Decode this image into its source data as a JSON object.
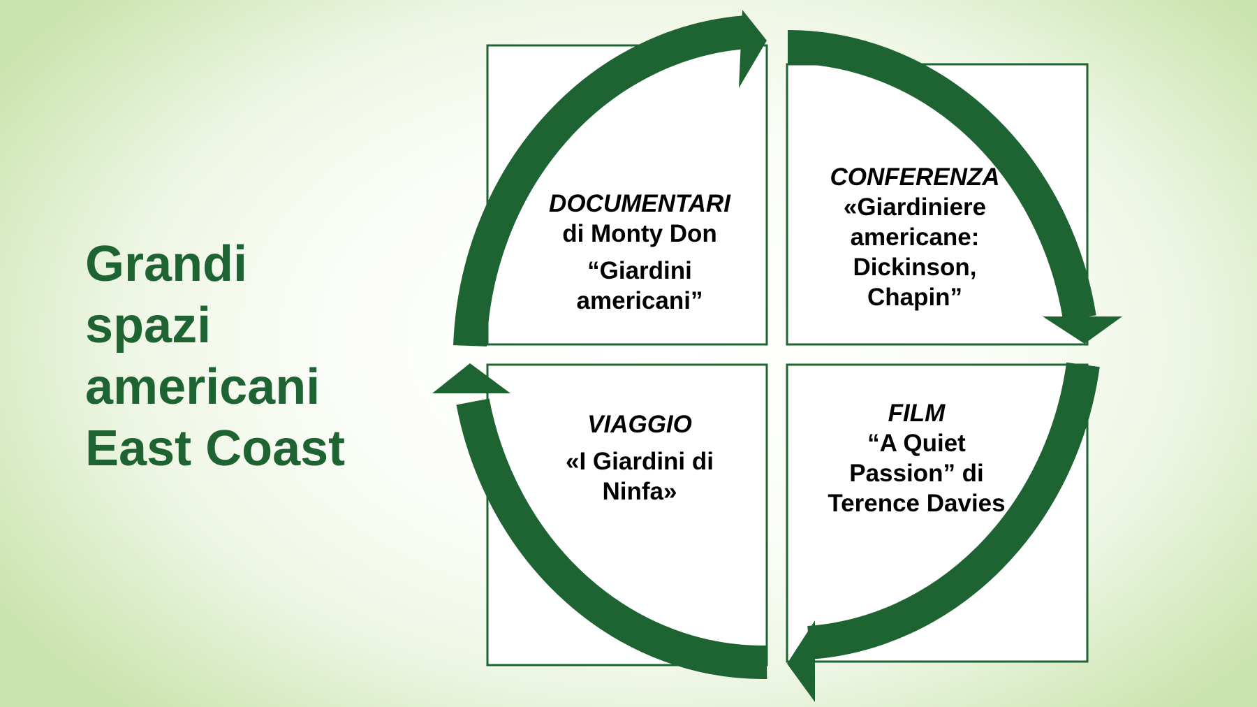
{
  "title_lines": [
    "Grandi",
    "spazi",
    "americani",
    "East Coast"
  ],
  "accent_color": "#1e6432",
  "cycle_direction": "clockwise",
  "quadrants": {
    "top_left": {
      "category": "DOCUMENTARI",
      "line1": "di Monty Don",
      "line2": "“Giardini",
      "line3": "americani”"
    },
    "top_right": {
      "category": "CONFERENZA",
      "line1": "«Giardiniere",
      "line2": "americane:",
      "line3": "Dickinson,",
      "line4": "Chapin”"
    },
    "bottom_right": {
      "category": "FILM",
      "line1": "“A Quiet",
      "line2": "Passion” di",
      "line3": "Terence Davies"
    },
    "bottom_left": {
      "category": "VIAGGIO",
      "line1": "«I Giardini di",
      "line2": "Ninfa»"
    }
  }
}
